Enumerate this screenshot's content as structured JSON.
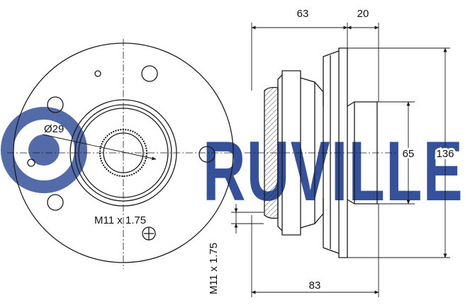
{
  "watermark": {
    "text": "RUVILLE",
    "color": "#1f3f8f"
  },
  "colors": {
    "line": "#1a1a1a",
    "dim": "#222222",
    "background": "#ffffff"
  },
  "labels": {
    "diameter": "Ø29",
    "thread_front": "M11 x 1.75",
    "thread_side": "M11 x 1.75"
  },
  "dimensions": {
    "width_flange": "63",
    "width_hub": "20",
    "total_length": "83",
    "spigot_diameter": "65",
    "flange_diameter": "136"
  }
}
